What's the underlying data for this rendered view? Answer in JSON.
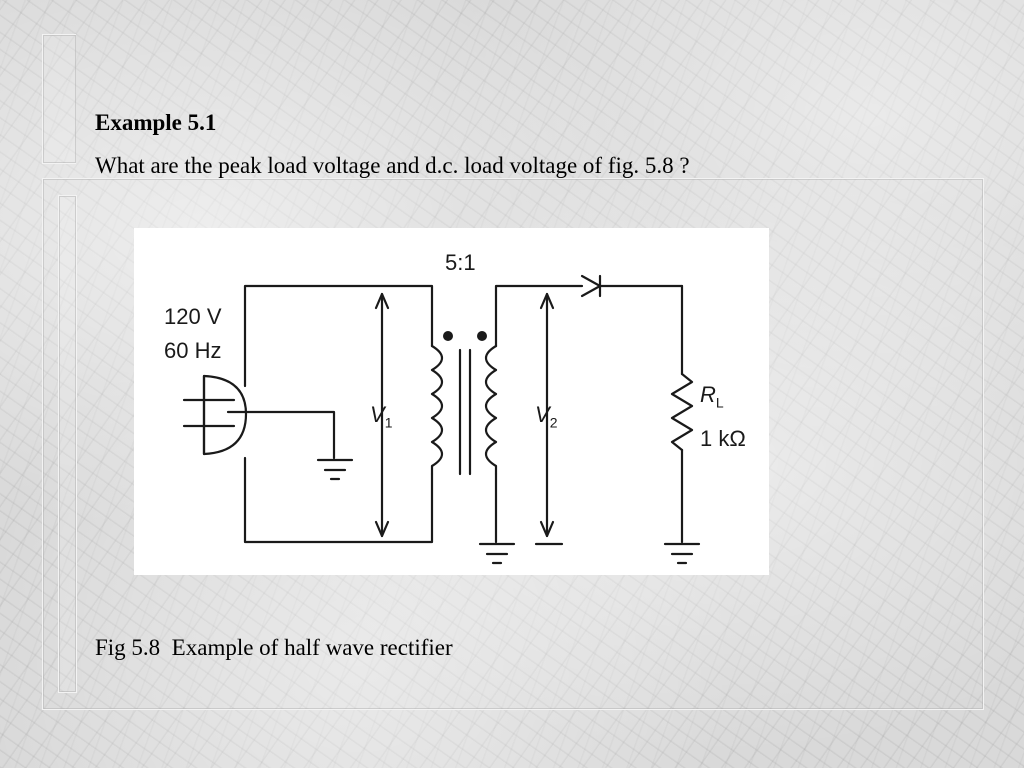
{
  "slide": {
    "title": "Example 5.1",
    "question": "What are the peak load voltage and d.c. load voltage of fig. 5.8 ?",
    "caption": "Fig 5.8  Example of half wave rectifier"
  },
  "circuit": {
    "turns_ratio": "5:1",
    "source_voltage": "120 V",
    "source_frequency": "60 Hz",
    "primary_label": "V",
    "primary_sub": "1",
    "secondary_label": "V",
    "secondary_sub": "2",
    "load_label": "R",
    "load_sub": "L",
    "load_value": "1 kΩ",
    "components": [
      "ac-plug",
      "ground",
      "transformer",
      "diode",
      "load-resistor"
    ]
  }
}
